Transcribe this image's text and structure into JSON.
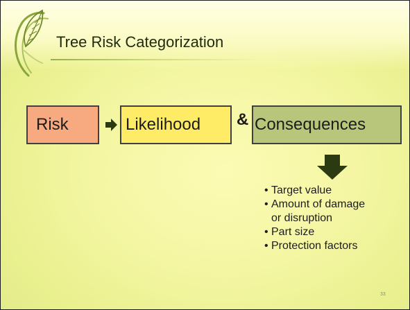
{
  "slide": {
    "title": "Tree Risk Categorization",
    "flow": {
      "risk_label": "Risk",
      "likelihood_label": "Likelihood",
      "connector": "&",
      "consequences_label": "Consequences"
    },
    "bullets": [
      "Target value",
      "Amount of damage",
      "or disruption",
      "Part size",
      "Protection factors"
    ],
    "page_number": "33"
  },
  "colors": {
    "risk_box": "#f7a97f",
    "likelihood_box": "#ffec66",
    "consequences_box": "#b8c67c",
    "arrow": "#2b3a10",
    "background": "#f6f7a6"
  },
  "icons": {
    "logo": "leaf-logo-icon",
    "flow_arrow": "arrow-right-icon",
    "down_arrow": "arrow-down-icon"
  }
}
